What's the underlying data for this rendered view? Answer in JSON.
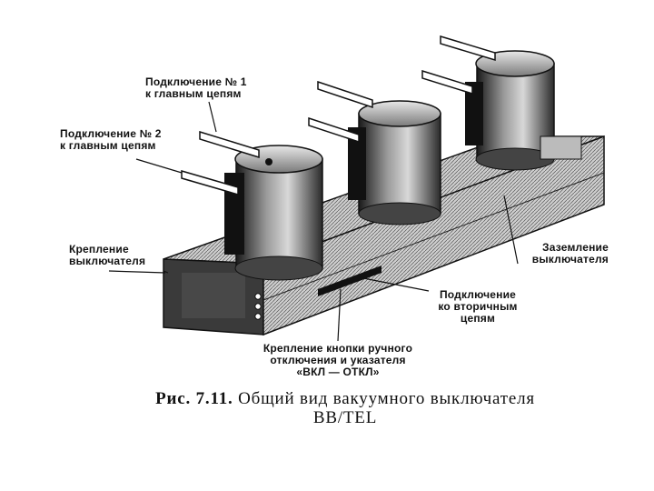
{
  "labels": {
    "conn1": [
      "Подключение № 1",
      "к главным цепям"
    ],
    "conn2": [
      "Подключение № 2",
      "к главным цепям"
    ],
    "mount": [
      "Крепление",
      "выключателя"
    ],
    "ground": [
      "Заземление",
      "выключателя"
    ],
    "secondary": [
      "Подключение",
      "ко вторичным",
      "цепям"
    ],
    "button": [
      "Крепление кнопки ручного",
      "отключения и указателя",
      "«ВКЛ — ОТКЛ»"
    ]
  },
  "caption": {
    "prefix": "Рис. 7.11.",
    "line1": "Общий вид вакуумного выключателя",
    "line2": "ВВ/TEL"
  }
}
